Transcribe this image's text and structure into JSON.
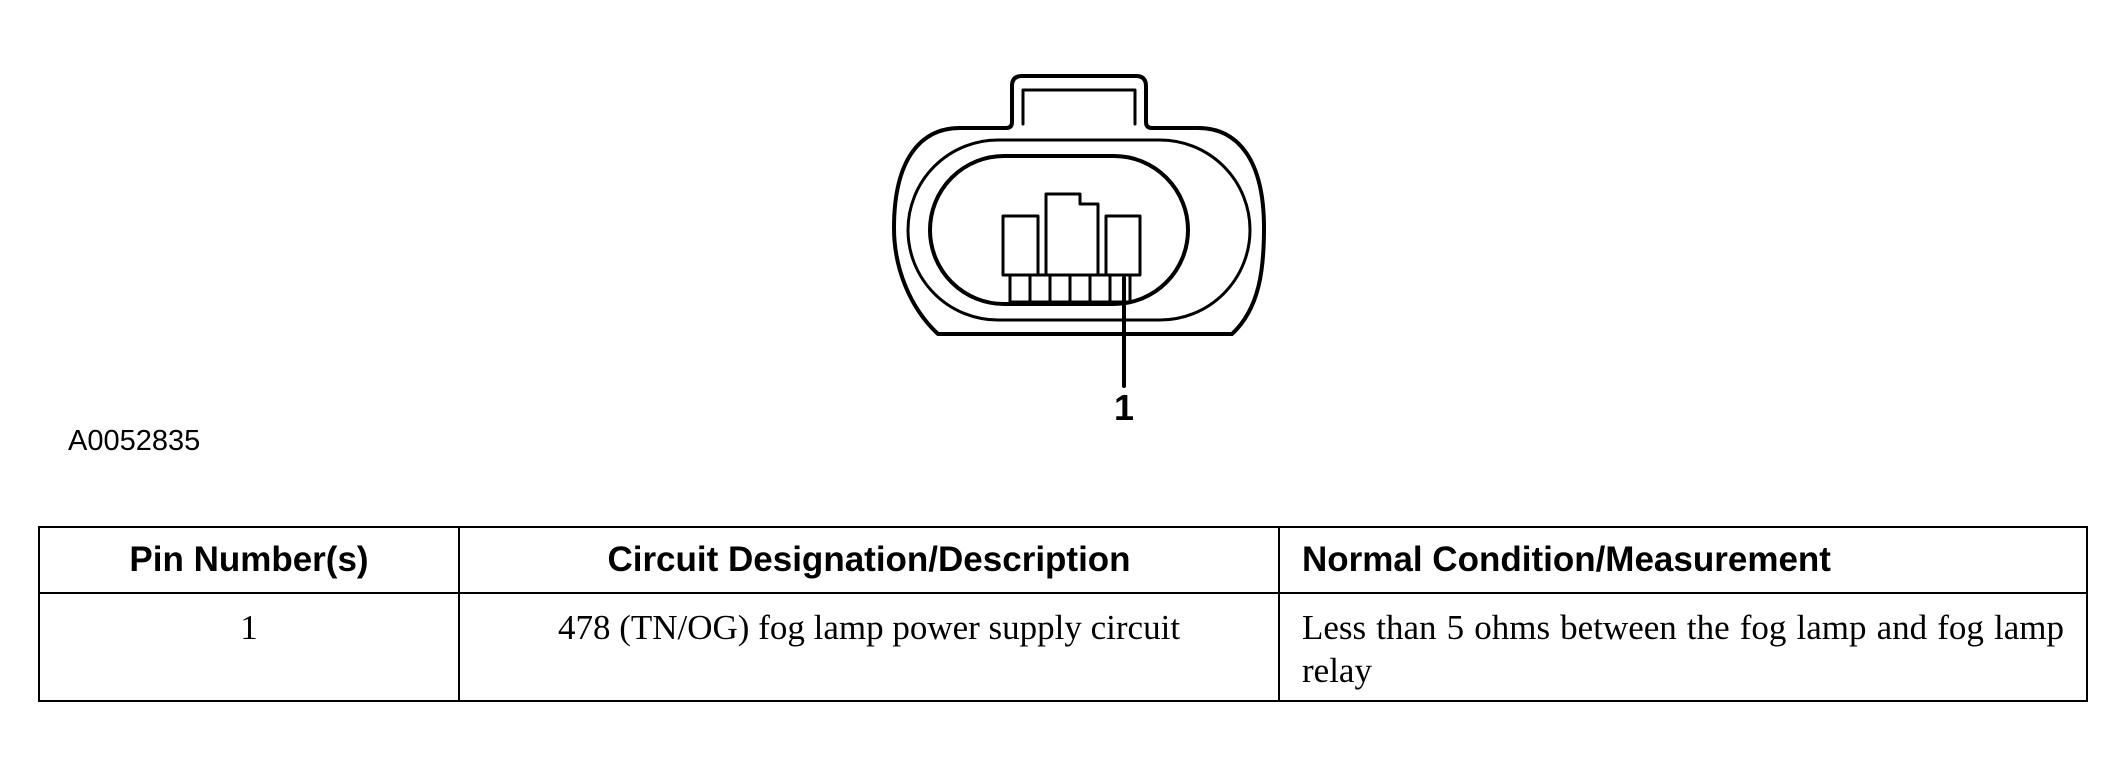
{
  "diagram": {
    "pin_callout": "1",
    "figure_id": "A0052835"
  },
  "table": {
    "headers": {
      "pin": "Pin Number(s)",
      "circuit": "Circuit Designation/Description",
      "measurement": "Normal Condition/Measurement"
    },
    "rows": [
      {
        "pin": "1",
        "circuit": "478 (TN/OG) fog lamp power supply circuit",
        "measurement": "Less than 5 ohms between the fog lamp and fog lamp relay"
      }
    ]
  }
}
